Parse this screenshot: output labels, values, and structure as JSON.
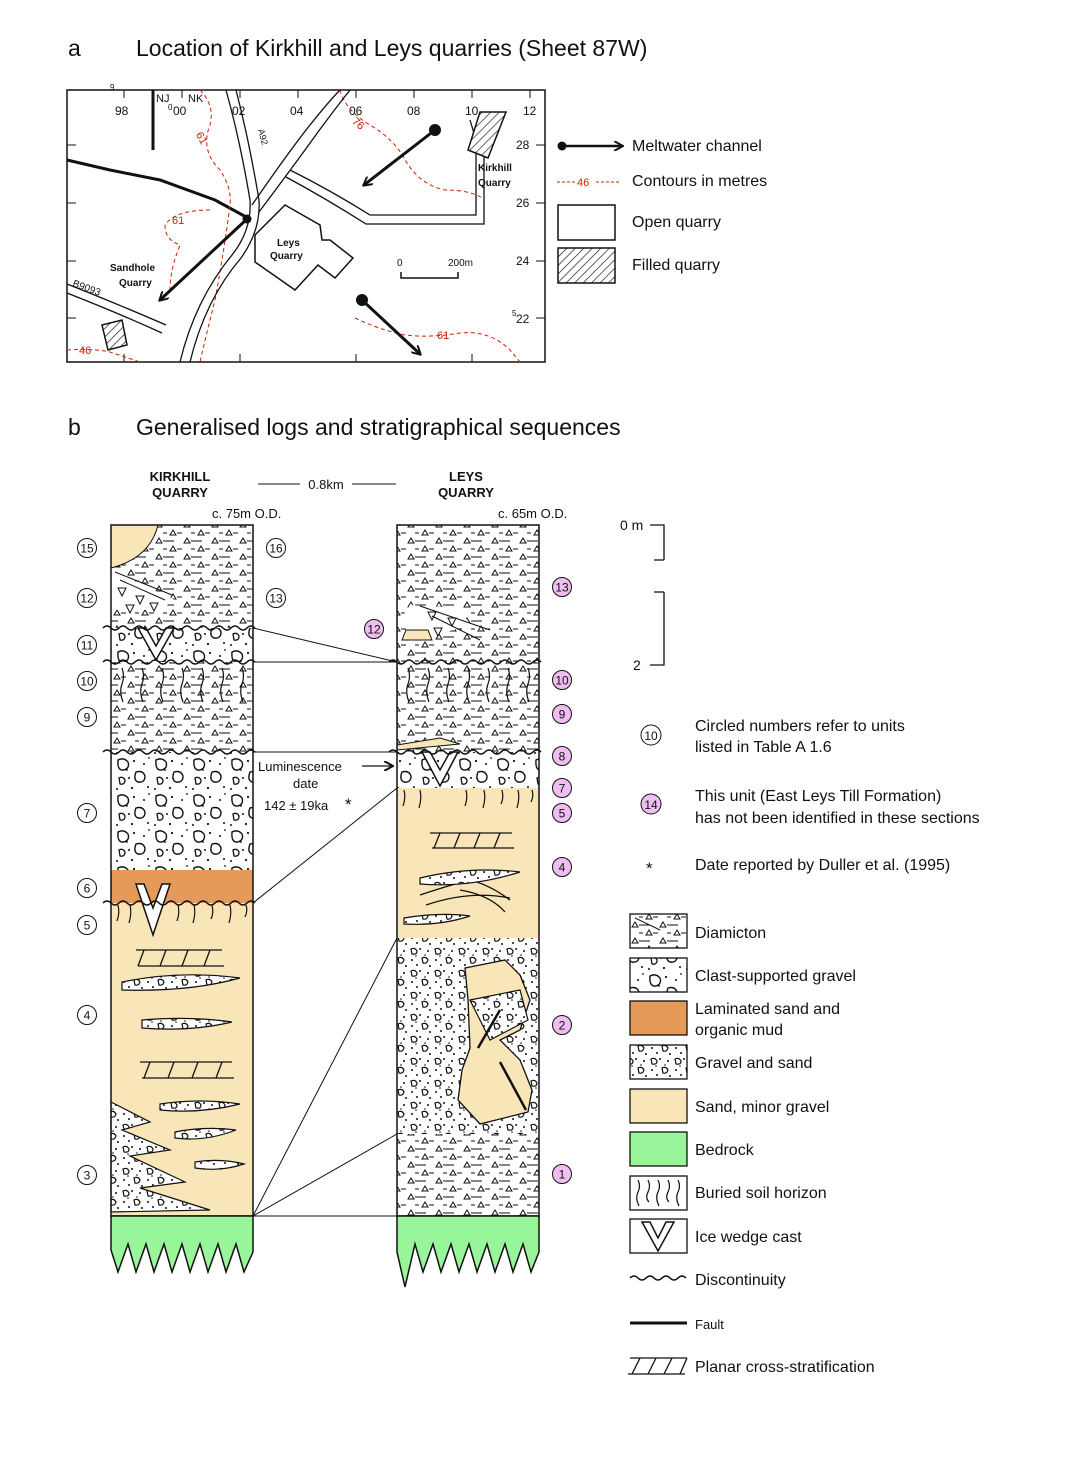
{
  "panel_a": {
    "letter": "a",
    "title": "Location of Kirkhill and Leys quarries (Sheet 87W)",
    "grid_top": [
      "98",
      "00",
      "02",
      "04",
      "06",
      "08",
      "10",
      "12"
    ],
    "grid_top_sup": [
      "9",
      "0"
    ],
    "nj": "NJ",
    "nk": "NK",
    "grid_right": [
      "28",
      "26",
      "24",
      "22"
    ],
    "grid_right_sup": "5",
    "road_a92": "A92",
    "road_b9093": "B9093",
    "contour_76": "76",
    "contour_61a": "61",
    "contour_61b": "61",
    "contour_61c": "61",
    "contour_46": "46",
    "kirkhill_l1": "Kirkhill",
    "kirkhill_l2": "Quarry",
    "leys_l1": "Leys",
    "leys_l2": "Quarry",
    "sandhole_l1": "Sandhole",
    "sandhole_l2": "Quarry",
    "scale_0": "0",
    "scale_200": "200m",
    "legend": {
      "meltwater": "Meltwater channel",
      "contour_sample": "46",
      "contours": "Contours in metres",
      "open_quarry": "Open quarry",
      "filled_quarry": "Filled quarry"
    }
  },
  "panel_b": {
    "letter": "b",
    "title": "Generalised logs and stratigraphical sequences",
    "kirkhill_l1": "KIRKHILL",
    "kirkhill_l2": "QUARRY",
    "leys_l1": "LEYS",
    "leys_l2": "QUARRY",
    "distance": "0.8km",
    "kirkhill_od": "c. 75m O.D.",
    "leys_od": "c. 65m O.D.",
    "scale_0": "0 m",
    "scale_2": "2",
    "lum_l1": "Luminescence",
    "lum_l2": "date",
    "lum_value": "142 ± 19ka",
    "asterisk": "*",
    "kirkhill_left_units": [
      "15",
      "12",
      "11",
      "10",
      "9",
      "7",
      "6",
      "5",
      "4",
      "3"
    ],
    "kirkhill_right_units": [
      "16",
      "13"
    ],
    "leys_units": [
      "13",
      "12",
      "10",
      "9",
      "8",
      "7",
      "5",
      "4",
      "2",
      "1"
    ],
    "notes": {
      "circled_sample": "10",
      "circled_l1": "Circled numbers refer to units",
      "circled_l2": "listed in Table A 1.6",
      "pink_sample": "14",
      "pink_l1": "This unit (East Leys Till Formation)",
      "pink_l2": "has not been identified in these sections",
      "date_l1": "Date reported by Duller et al. (1995)"
    },
    "legend": {
      "diamicton": "Diamicton",
      "clast_gravel": "Clast-supported gravel",
      "laminated_l1": "Laminated sand and",
      "laminated_l2": "organic mud",
      "gravel_sand": "Gravel and sand",
      "sand": "Sand, minor gravel",
      "bedrock": "Bedrock",
      "soil": "Buried soil horizon",
      "ice_wedge": "Ice wedge cast",
      "discontinuity": "Discontinuity",
      "fault": "Fault",
      "planar": "Planar cross-stratification"
    }
  },
  "colors": {
    "sand": "#f8e6b8",
    "laminated": "#e69a5a",
    "bedrock": "#99f59a",
    "pink_circle": "#f0bdf0",
    "contour": "#cc2200",
    "ink": "#111111"
  }
}
